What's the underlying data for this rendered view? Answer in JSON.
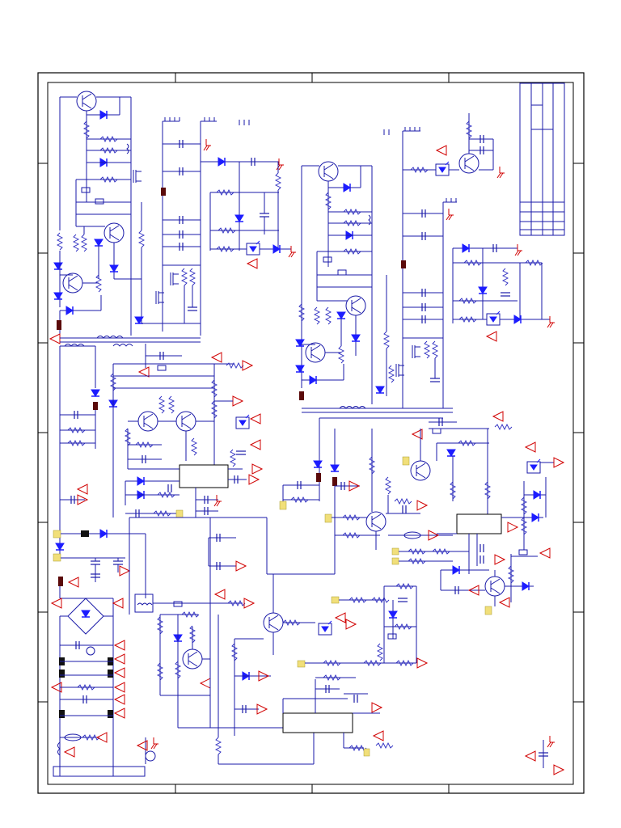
{
  "title": "",
  "colors": {
    "wire": "#1a1aa8",
    "component": "#1c1cff",
    "ground_and_ports": "#d00000",
    "fuse": "#5a0a0a",
    "connector": "#f1df7a",
    "frame": "#000000"
  },
  "diagram": {
    "type": "electrical-schematic",
    "sections": [
      "upper-left-power-stage",
      "upper-right-power-stage",
      "lower-left-input-filter",
      "lower-center-controller",
      "lower-right-controller",
      "title-block"
    ],
    "labels": []
  }
}
